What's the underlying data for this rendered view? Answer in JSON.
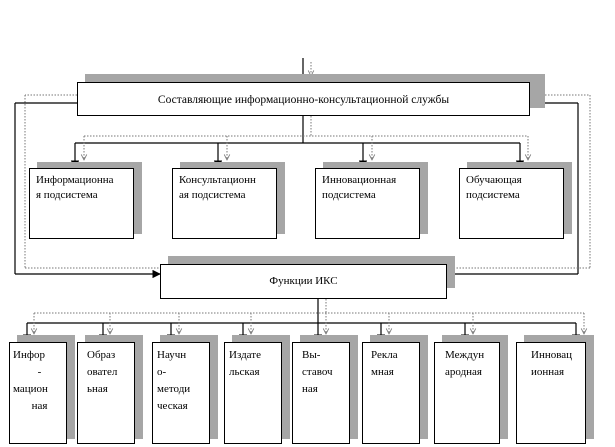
{
  "title": "Составляющие информационно-консультационной службы",
  "subsystems": [
    {
      "lines": [
        "Информационна",
        "я подсистема"
      ]
    },
    {
      "lines": [
        "Консультационн",
        "ая подсистема"
      ]
    },
    {
      "lines": [
        "Инновационная",
        "подсистема"
      ]
    },
    {
      "lines": [
        "Обучающая",
        "подсистема"
      ]
    }
  ],
  "functions_title": "Функции ИКС",
  "functions": [
    {
      "lines": [
        "Инфор",
        "-",
        "мацион",
        "ная"
      ]
    },
    {
      "lines": [
        "Образ",
        "овател",
        "ьная"
      ]
    },
    {
      "lines": [
        "Научн",
        "о-",
        "методи",
        "ческая"
      ]
    },
    {
      "lines": [
        "Издате",
        "льская"
      ]
    },
    {
      "lines": [
        "Вы-",
        "ставоч",
        "ная"
      ]
    },
    {
      "lines": [
        "Рекла",
        "мная"
      ]
    },
    {
      "lines": [
        "Междун",
        "ародная"
      ]
    },
    {
      "lines": [
        "Инновац",
        "ионная"
      ]
    }
  ]
}
